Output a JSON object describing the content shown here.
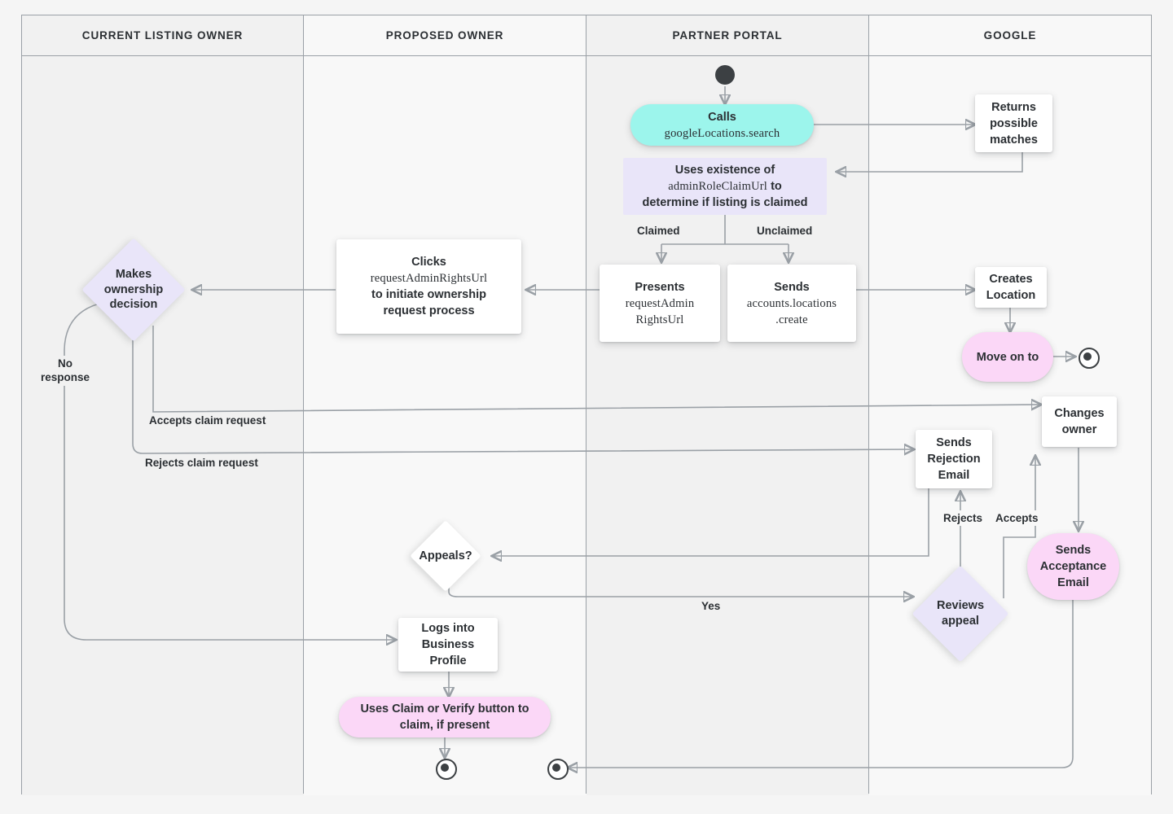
{
  "diagram": {
    "title": "Business Profile listing ownership transfer flow",
    "type": "swimlane-flowchart",
    "colors": {
      "cyan": "#9cf5ec",
      "pink": "#fbd7f7",
      "lavender": "#e9e5f9",
      "white": "#ffffff",
      "stroke": "#9aa0a6",
      "text": "#2b2f33",
      "lane_tint_a": "#f1f1f1",
      "lane_tint_b": "#f8f8f8"
    }
  },
  "lanes": [
    {
      "id": "current-listing-owner",
      "label": "CURRENT LISTING OWNER"
    },
    {
      "id": "proposed-owner",
      "label": "PROPOSED OWNER"
    },
    {
      "id": "partner-portal",
      "label": "PARTNER PORTAL"
    },
    {
      "id": "google",
      "label": "GOOGLE"
    }
  ],
  "nodes": {
    "calls_search": {
      "line1": "Calls",
      "line2": "googleLocations.search",
      "shape": "rounded",
      "color": "cyan",
      "lane": "partner-portal"
    },
    "uses_existence": {
      "line1": "Uses existence of",
      "line2": "adminRoleClaimUrl",
      "line3": "to",
      "line4": "determine if listing is claimed",
      "shape": "rect-flat",
      "color": "lavender",
      "lane": "partner-portal"
    },
    "returns_matches": {
      "line1": "Returns",
      "line2": "possible",
      "line3": "matches",
      "shape": "rect",
      "color": "white",
      "lane": "google"
    },
    "presents_url": {
      "line1": "Presents",
      "line2": "requestAdmin",
      "line3": "RightsUrl",
      "shape": "rect",
      "color": "white",
      "lane": "partner-portal"
    },
    "sends_create": {
      "line1": "Sends",
      "line2": "accounts.locations",
      "line3": ".create",
      "shape": "rect",
      "color": "white",
      "lane": "partner-portal"
    },
    "creates_location": {
      "line1": "Creates",
      "line2": "Location",
      "shape": "rect",
      "color": "white",
      "lane": "google"
    },
    "move_on_to": {
      "line1": "Move on to",
      "shape": "rounded",
      "color": "pink",
      "lane": "google"
    },
    "clicks_url": {
      "line1": "Clicks",
      "line2": "requestAdminRightsUrl",
      "line3": "to initiate ownership",
      "line4": "request process",
      "shape": "rect",
      "color": "white",
      "lane": "proposed-owner"
    },
    "makes_decision": {
      "line1": "Makes",
      "line2": "ownership",
      "line3": "decision",
      "shape": "diamond",
      "color": "lavender",
      "lane": "current-listing-owner"
    },
    "changes_owner": {
      "line1": "Changes",
      "line2": "owner",
      "shape": "rect",
      "color": "white",
      "lane": "google"
    },
    "sends_rejection": {
      "line1": "Sends",
      "line2": "Rejection",
      "line3": "Email",
      "shape": "rect",
      "color": "white",
      "lane": "google"
    },
    "sends_acceptance": {
      "line1": "Sends",
      "line2": "Acceptance",
      "line3": "Email",
      "shape": "rounded",
      "color": "pink",
      "lane": "google"
    },
    "reviews_appeal": {
      "line1": "Reviews",
      "line2": "appeal",
      "shape": "diamond",
      "color": "lavender",
      "lane": "google"
    },
    "appeals_q": {
      "line1": "Appeals?",
      "shape": "diamond",
      "color": "white",
      "lane": "proposed-owner"
    },
    "logs_into": {
      "line1": "Logs into",
      "line2": "Business",
      "line3": "Profile",
      "shape": "rect",
      "color": "white",
      "lane": "proposed-owner"
    },
    "uses_claim_button": {
      "line1": "Uses Claim or Verify button to",
      "line2": "claim, if present",
      "shape": "rounded",
      "color": "pink",
      "lane": "proposed-owner"
    }
  },
  "edge_labels": {
    "claimed": "Claimed",
    "unclaimed": "Unclaimed",
    "no_response_l1": "No",
    "no_response_l2": "response",
    "accepts_claim": "Accepts claim request",
    "rejects_claim": "Rejects claim request",
    "rejects": "Rejects",
    "accepts": "Accepts",
    "yes": "Yes"
  },
  "markers": {
    "start": "start-node",
    "end_google": "end-node",
    "end_proposed_left": "end-node",
    "end_proposed_right": "end-node"
  }
}
